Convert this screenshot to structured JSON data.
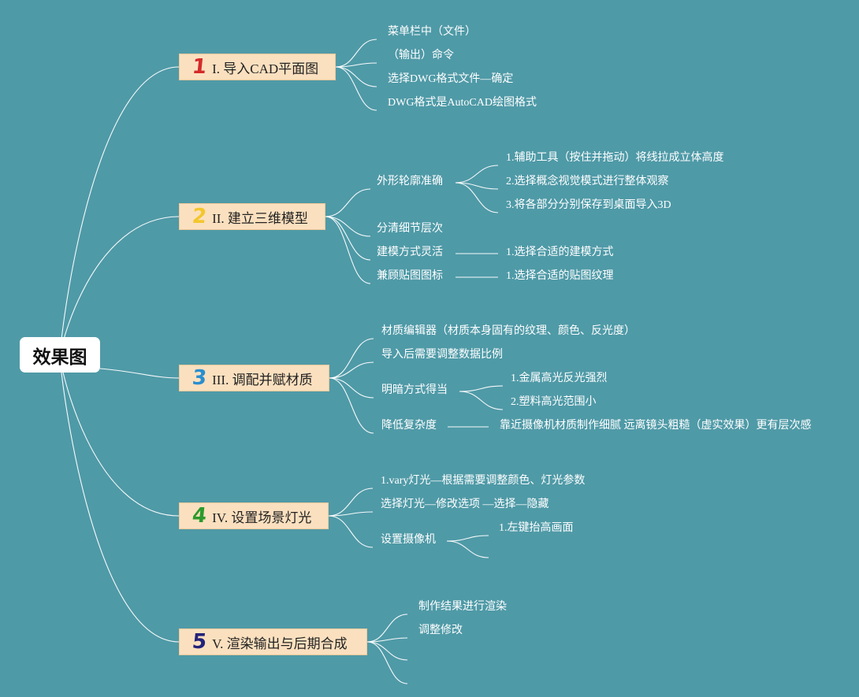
{
  "root": {
    "label": "效果图"
  },
  "branches": [
    {
      "number": "1",
      "color": "#d42a2a",
      "label": "I. 导入CAD平面图",
      "items": [
        {
          "label": "菜单栏中（文件）"
        },
        {
          "label": "（输出）命令"
        },
        {
          "label": "选择DWG格式文件—确定"
        },
        {
          "label": "DWG格式是AutoCAD绘图格式"
        }
      ]
    },
    {
      "number": "2",
      "color": "#f3c62c",
      "label": "II. 建立三维模型",
      "items": [
        {
          "label": "外形轮廓准确",
          "children": [
            "1.辅助工具（按住并拖动）将线拉成立体高度",
            "2.选择概念视觉模式进行整体观察",
            "3.将各部分分别保存到桌面导入3D"
          ]
        },
        {
          "label": "分清细节层次"
        },
        {
          "label": "建模方式灵活",
          "children": [
            "1.选择合适的建模方式"
          ]
        },
        {
          "label": "兼顾贴图图标",
          "children": [
            "1.选择合适的贴图纹理"
          ]
        }
      ]
    },
    {
      "number": "3",
      "color": "#2a8fcf",
      "label": "III. 调配并赋材质",
      "items": [
        {
          "label": "材质编辑器（材质本身固有的纹理、颜色、反光度）"
        },
        {
          "label": "导入后需要调整数据比例"
        },
        {
          "label": "明暗方式得当",
          "children": [
            "1.金属高光反光强烈",
            "2.塑料高光范围小"
          ]
        },
        {
          "label": "降低复杂度",
          "children": [
            "靠近摄像机材质制作细腻 远离镜头粗糙（虚实效果）更有层次感"
          ]
        }
      ]
    },
    {
      "number": "4",
      "color": "#2c9a2c",
      "label": "IV. 设置场景灯光",
      "items": [
        {
          "label": "1.vary灯光—根据需要调整颜色、灯光参数"
        },
        {
          "label": "选择灯光—修改选项 —选择—隐藏"
        },
        {
          "label": "设置摄像机",
          "children": [
            "1.左键抬高画面",
            ""
          ]
        }
      ]
    },
    {
      "number": "5",
      "color": "#23237a",
      "label": "V. 渲染输出与后期合成",
      "items": [
        {
          "label": "制作结果进行渲染"
        },
        {
          "label": "调整修改"
        },
        {
          "label": ""
        },
        {
          "label": ""
        }
      ]
    }
  ]
}
